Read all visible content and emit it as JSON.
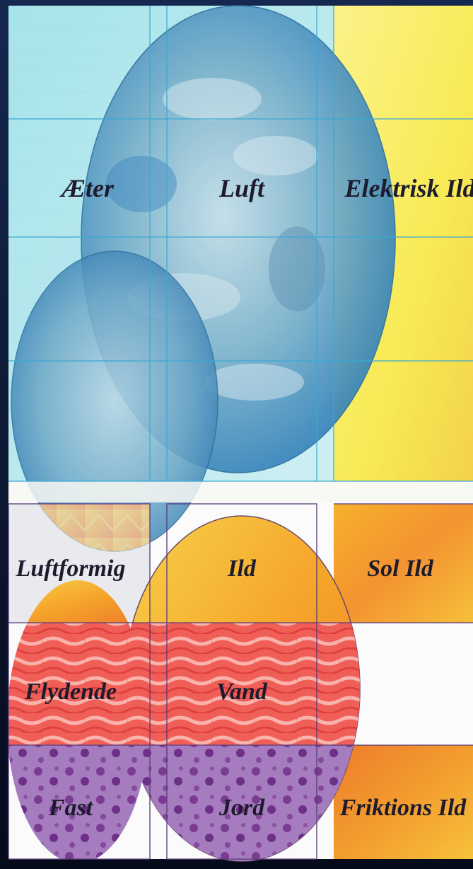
{
  "labels": {
    "aeter": "Æter",
    "luft": "Luft",
    "elektrisk_ild": "Elektrisk Ild",
    "luftformig": "Luftformig",
    "ild": "Ild",
    "sol_ild": "Sol Ild",
    "flydende": "Flydende",
    "vand": "Vand",
    "fast": "Fast",
    "jord": "Jord",
    "friktions_ild": "Friktions Ild"
  },
  "colors": {
    "background": "#0a1530",
    "cyan_panel": "#bfe9ec",
    "yellow_panel": "#f7ef6a",
    "blue_sphere": "#3d8fc2",
    "fire": "#f5a52a",
    "water": "#ef5a55",
    "earth": "#8c4fa0",
    "grid_line": "#3aa9d2",
    "frame_line": "#5a3a7a"
  }
}
